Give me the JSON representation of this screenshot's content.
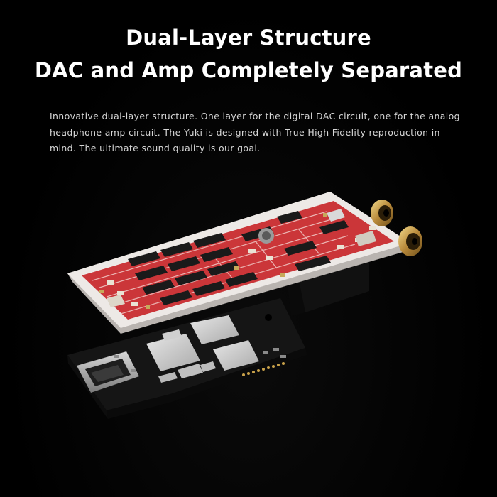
{
  "headline": {
    "line1": "Dual-Layer Structure",
    "line2": "DAC and Amp Completely Separated"
  },
  "description": "Innovative dual-layer structure. One layer for the digital DAC circuit, one for the analog headphone amp circuit. The Yuki is designed with True High Fidelity reproduction in mind. The ultimate sound quality is our goal.",
  "colors": {
    "background": "#000000",
    "pcb_red": "#c8262a",
    "pcb_white": "#ede9e6",
    "pcb_black": "#151515",
    "gold": "#c9a24a"
  }
}
